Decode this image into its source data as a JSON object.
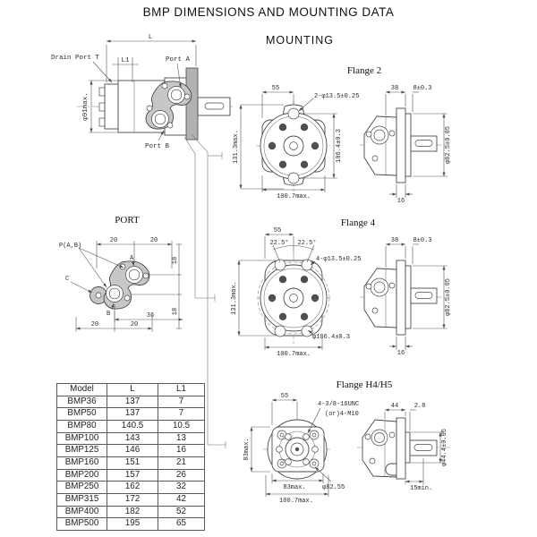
{
  "page": {
    "title": "BMP DIMENSIONS AND  MOUNTING DATA",
    "subtitle": "MOUNTING"
  },
  "motor": {
    "drain": "Drain Port T",
    "dim_l": "L",
    "dim_l1": "L1",
    "port_a": "Port A",
    "port_b": "Port B",
    "dia_body": "φ91max."
  },
  "port_view": {
    "title": "PORT",
    "p_ab": "P(A,B)",
    "a": "A",
    "b": "B",
    "c": "C",
    "d20_tl": "20",
    "d20_tr": "20",
    "d18_top": "18",
    "d18_bot": "18",
    "d36": "36",
    "d20_bl": "20",
    "d20_br": "20"
  },
  "flange2": {
    "title": "Flange 2",
    "d55": "55",
    "bolt_callout": "2-φ13.5±0.25",
    "height": "131.3max.",
    "pcd": "106.4±0.3",
    "width": "100.7max.",
    "d38": "38",
    "d8": "8±0.3",
    "pilot": "φ82.5±0.05",
    "d16": "16"
  },
  "flange4": {
    "title": "Flange 4",
    "d55": "55",
    "ang_l": "22.5°",
    "ang_r": "22.5°",
    "bolt_callout": "4-φ13.5±0.25",
    "height": "131.3max.",
    "pcd": "φ106.4±0.3",
    "width": "100.7max.",
    "d38": "38",
    "d8": "8±0.3",
    "pilot": "φ82.5±0.05",
    "d16": "16"
  },
  "flangeH": {
    "title": "Flange  H4/H5",
    "d55": "55",
    "bolt_callout1": "4-3/8-16UNC",
    "bolt_callout2": "(or)4-M10",
    "height": "83max.",
    "d83": "83max.",
    "pilot": "φ82.55",
    "width": "100.7max.",
    "d44": "44",
    "d28": "2.8",
    "shaft": "φ44.4±0.05",
    "d15": "15min."
  },
  "table": {
    "headers": [
      "Model",
      "L",
      "L1"
    ],
    "rows": [
      [
        "BMP36",
        "137",
        "7"
      ],
      [
        "BMP50",
        "137",
        "7"
      ],
      [
        "BMP80",
        "140.5",
        "10.5"
      ],
      [
        "BMP100",
        "143",
        "13"
      ],
      [
        "BMP125",
        "146",
        "16"
      ],
      [
        "BMP160",
        "151",
        "21"
      ],
      [
        "BMP200",
        "157",
        "26"
      ],
      [
        "BMP250",
        "162",
        "32"
      ],
      [
        "BMP315",
        "172",
        "42"
      ],
      [
        "BMP400",
        "182",
        "52"
      ],
      [
        "BMP500",
        "195",
        "65"
      ]
    ]
  }
}
